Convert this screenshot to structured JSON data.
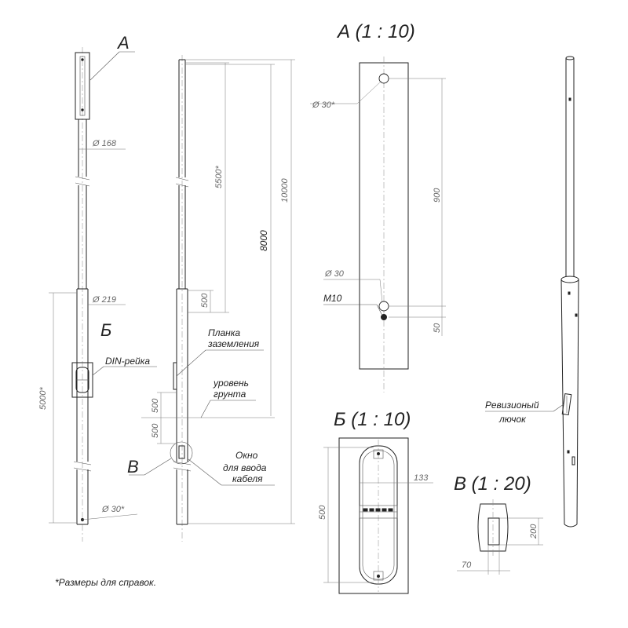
{
  "views": {
    "a_title": "А (1 : 10)",
    "b_title": "Б (1 : 10)",
    "v_title": "В (1 : 20)"
  },
  "callouts": {
    "a": "А",
    "b": "Б",
    "v": "В"
  },
  "labels": {
    "din_rail": "DIN-рейка",
    "grounding_line1": "Планка",
    "grounding_line2": "заземления",
    "ground_line1": "уровень",
    "ground_line2": "грунта",
    "window_line1": "Окно",
    "window_line2": "для ввода",
    "window_line3": "кабеля",
    "hatch_line1": "Ревизионый",
    "hatch_line2": "лючок",
    "m10": "М10"
  },
  "dimensions": {
    "d168": "Ø 168",
    "d219": "Ø 219",
    "d30_left": "Ø 30*",
    "d5000": "5000*",
    "d500_upper": "500",
    "d500_lower": "500",
    "d5500": "5500*",
    "d500_mid": "500",
    "d8000": "8000",
    "d10000": "10000",
    "a_d30_top": "Ø 30*",
    "a_d30_bottom": "Ø 30",
    "a_900": "900",
    "a_50": "50",
    "b_133": "133",
    "b_500": "500",
    "v_200": "200",
    "v_70": "70"
  },
  "note": "*Размеры для справок."
}
